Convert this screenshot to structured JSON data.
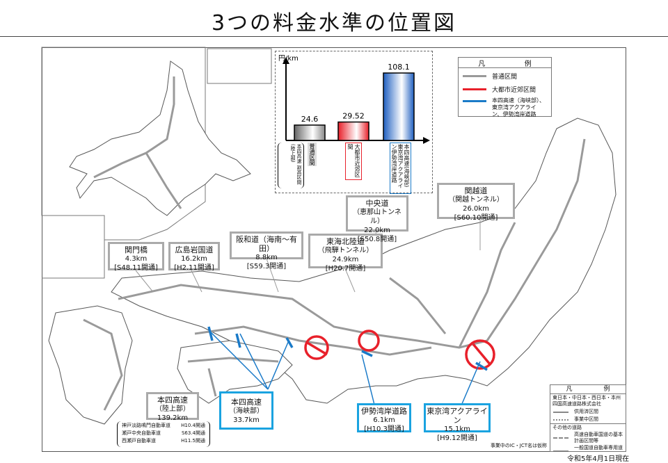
{
  "title": "3つの料金水準の位置図",
  "chart_data": {
    "type": "bar",
    "ylabel": "円/km",
    "categories": [
      "普通区間",
      "大都市近郊区間",
      "本四高速(海峡部)東京湾アクアライン伊勢湾岸道路"
    ],
    "values": [
      24.6,
      29.52,
      108.1
    ],
    "value_labels": [
      "24.6",
      "29.52",
      "108.1"
    ],
    "category_labels": [
      "普通区間",
      "大都市近郊区間",
      "本四高速(海峡部)東京湾アクアライン伊勢湾岸道路"
    ],
    "sub_label": "本四高速 割高区間(陸上部)",
    "colors": [
      "#888888",
      "#e8202a",
      "#1f5fc0"
    ],
    "ylim": [
      0,
      115
    ]
  },
  "legend": {
    "title_left": "凡",
    "title_right": "例",
    "items": [
      {
        "label": "普通区間",
        "color": "#999999"
      },
      {
        "label": "大都市近郊区間",
        "color": "#e8202a"
      },
      {
        "label": "本四高速（海峡部）、東京湾アクアライン、伊勢湾岸道路",
        "color": "#1a7ac8"
      }
    ]
  },
  "callouts": [
    {
      "name": "関門橋",
      "length": "4.3km",
      "opened": "[S48.11開通]"
    },
    {
      "name": "広島岩国道",
      "length": "16.2km",
      "opened": "[H2.11開通]"
    },
    {
      "name": "阪和道（海南～有田）",
      "length": "8.8km",
      "opened": "[S59.3開通]"
    },
    {
      "name": "東海北陸道",
      "sub": "（飛騨トンネル）",
      "length": "24.9km",
      "opened": "[H20.7開通]"
    },
    {
      "name": "中央道",
      "sub": "（恵那山トンネル）",
      "length": "22.0km",
      "opened": "[S50.8開通]"
    },
    {
      "name": "関越道",
      "sub": "（関越トンネル）",
      "length": "26.0km",
      "opened": "[S60.10開通]"
    },
    {
      "name": "本四高速",
      "sub": "（陸上部）",
      "length": "139.2km"
    },
    {
      "name": "本四高速",
      "sub": "（海峡部）",
      "length": "33.7km"
    },
    {
      "name": "伊勢湾岸道路",
      "length": "6.1km",
      "opened": "[H10.3開通]"
    },
    {
      "name": "東京湾アクアライン",
      "length": "15.1km",
      "opened": "[H9.12開通]"
    }
  ],
  "honshi_list": [
    {
      "road": "神戸淡路鳴門自動車道",
      "opened": "H10.4開通"
    },
    {
      "road": "瀬戸中央自動車道",
      "opened": "S63.4開通"
    },
    {
      "road": "西瀬戸自動車道",
      "opened": "H11.5開通"
    }
  ],
  "legend2": {
    "title_left": "凡",
    "title_right": "例",
    "company": "東日本・中日本・西日本・本州四国高速道路株式会社",
    "in_service": "供用済区間",
    "under_construction": "事業中区間",
    "other_heading": "その他の道路",
    "planned": "高速自動車国道の基本計画区間等",
    "general": "一般国道自動車専用道路"
  },
  "note": "事業中のIC・JCT名は仮称",
  "date": "令和5年4月1日現在"
}
